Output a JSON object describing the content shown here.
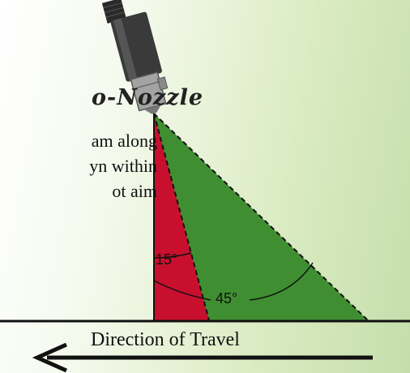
{
  "heading": "o-Nozzle",
  "description_lines": [
    "am along",
    "yn within",
    "ot aim"
  ],
  "angle_small_label": "15°",
  "angle_large_label": "45°",
  "travel_label": "Direction of Travel",
  "colors": {
    "red_spray": "#c8102e",
    "green_spray": "#3f8f32",
    "nozzle_body": "#333333",
    "nozzle_tip": "#9e9e9e"
  },
  "icons": [
    "nozzle-icon",
    "arrow-left-icon"
  ]
}
